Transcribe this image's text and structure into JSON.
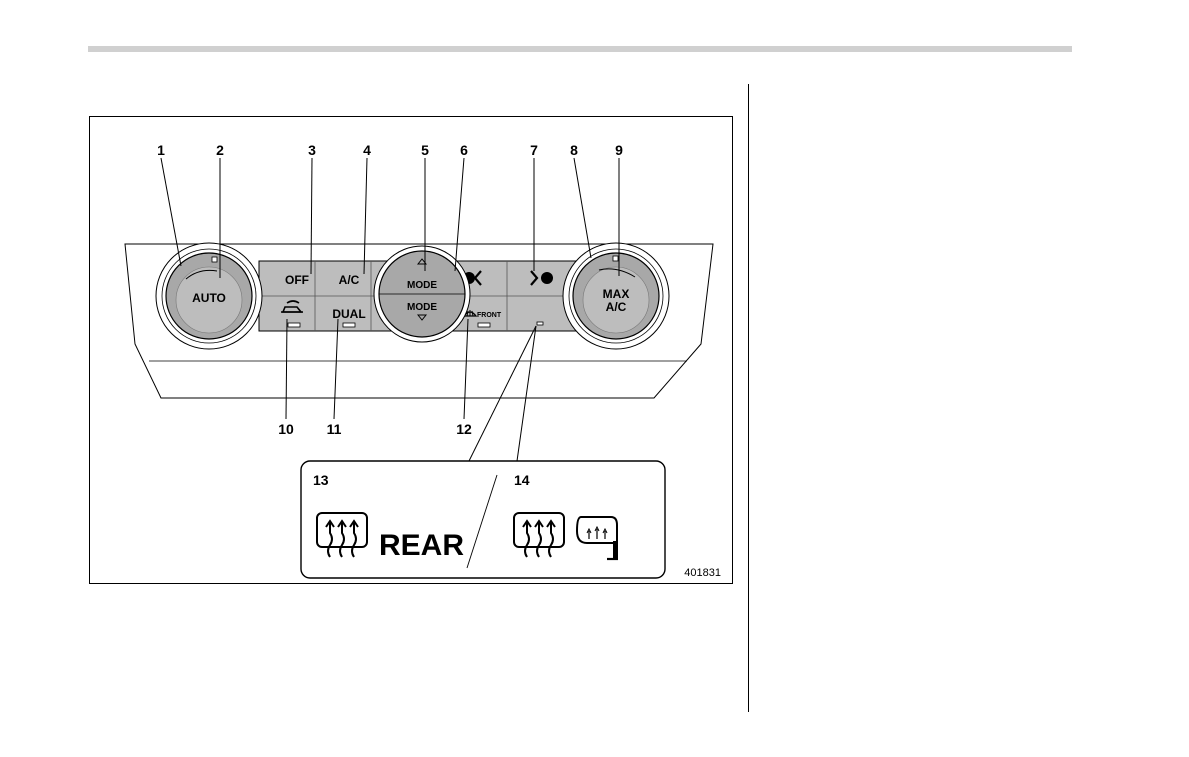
{
  "figure": {
    "id": "401831",
    "callouts": [
      "1",
      "2",
      "3",
      "4",
      "5",
      "6",
      "7",
      "8",
      "9",
      "10",
      "11",
      "12",
      "13",
      "14"
    ],
    "panel": {
      "left_dial_label": "AUTO",
      "off_label": "OFF",
      "ac_label": "A/C",
      "mode_up_label": "MODE",
      "mode_down_label": "MODE",
      "dual_label": "DUAL",
      "front_label": "FRONT",
      "right_dial_label_line1": "MAX",
      "right_dial_label_line2": "A/C"
    },
    "inset": {
      "rear_label": "REAR"
    }
  }
}
